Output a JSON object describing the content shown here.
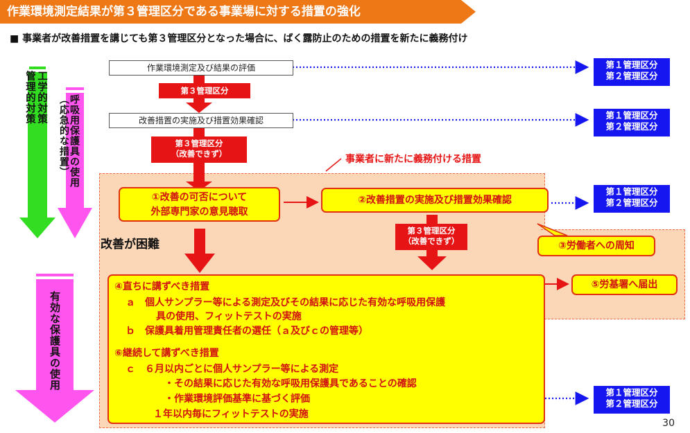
{
  "header": {
    "title": "作業環境測定結果が第３管理区分である事業場に対する措置の強化",
    "subtitle": "■ 事業者が改善措置を講じても第３管理区分となった場合に、ばく露防止のための措置を新たに義務付け"
  },
  "side": {
    "engineering": "工学的対策\n管理的対策",
    "respirator": "呼吸用保護具の使用\n（応急的な措置）",
    "effective": "有効な保護具の使用"
  },
  "flow": {
    "step1": "作業環境測定及び結果の評価",
    "step2": "改善措置の実施及び措置効果確認",
    "label1": "第３管理区分",
    "label2_line1": "第３管理区分",
    "label2_line2": "（改善できず）",
    "label3_line1": "第３管理区分",
    "label3_line2": "（改善できず）",
    "new_duty": "事業者に新たに義務付ける措置",
    "expert_line1": "①改善の可否について",
    "expert_line2": "外部専門家の意見聴取",
    "improve": "②改善措置の実施及び措置効果確認",
    "difficult": "改善が困難",
    "notify_workers": "③労働者への周知",
    "report": "⑤労基署へ届出",
    "class12_line1": "第１管理区分",
    "class12_line2": "第２管理区分"
  },
  "measures": {
    "immediate_title": "④直ちに講ずべき措置",
    "a_line1": "ａ　個人サンプラー等による測定及びその結果に応じた有効な呼吸用保護",
    "a_line2": "具の使用、フィットテストの実施",
    "b_line": "ｂ　保護具着用管理責任者の選任（ａ及びｃの管理等）",
    "continuous_title": "⑥継続して講ずべき措置",
    "c_line1": "ｃ　６月以内ごとに個人サンプラー等による測定",
    "c_line2": "・その結果に応じた有効な呼吸用保護具であることの確認",
    "c_line3": "・作業環境評価基準に基づく評価",
    "c_line4": "１年以内毎にフィットテストの実施"
  },
  "page_number": "30",
  "colors": {
    "title_bg": "#ee7716",
    "red": "#e61414",
    "blue": "#1616f0",
    "yellow": "#ffff00",
    "green": "#33dd22",
    "pink": "#ff55ee",
    "peach": "#fbd7b7"
  }
}
